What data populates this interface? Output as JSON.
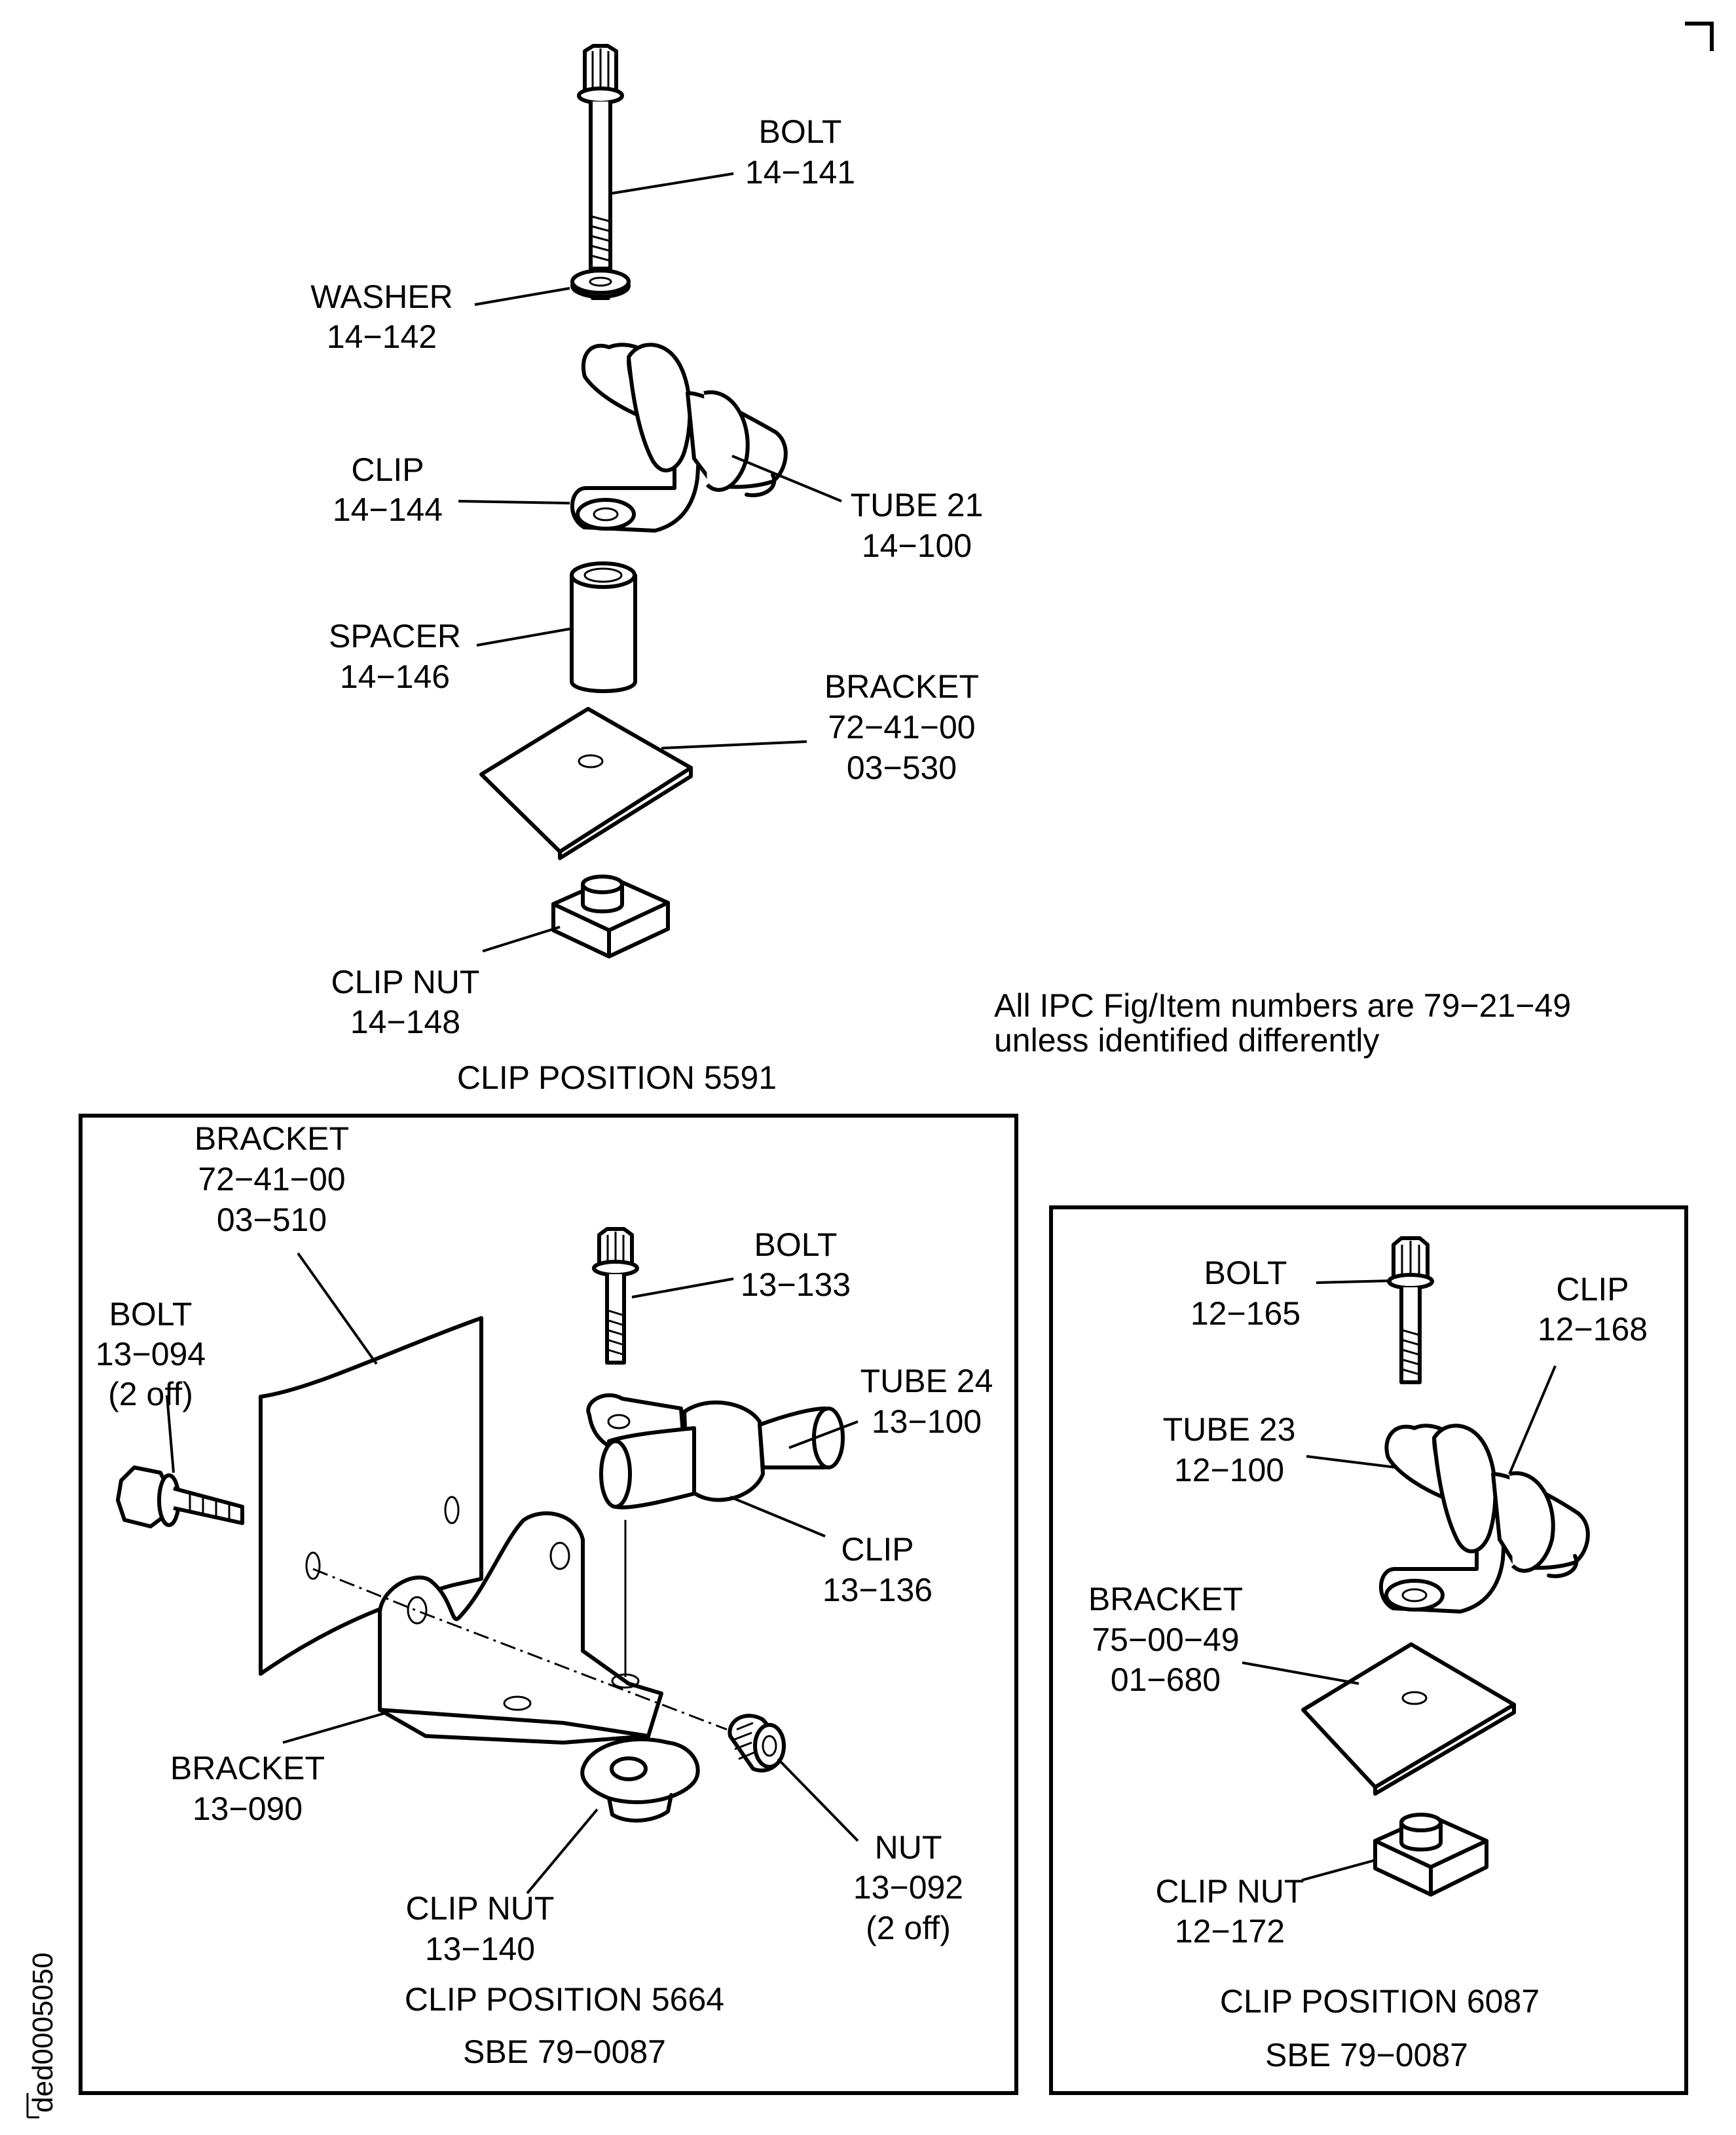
{
  "note": {
    "line1": "All IPC Fig/Item numbers are 79−21−49",
    "line2": "unless identified differently"
  },
  "figure_code": "ded0005050",
  "pos5591": {
    "caption": "CLIP POSITION 5591",
    "bolt": {
      "name": "BOLT",
      "ref": "14−141"
    },
    "washer": {
      "name": "WASHER",
      "ref": "14−142"
    },
    "clip": {
      "name": "CLIP",
      "ref": "14−144"
    },
    "tube": {
      "name": "TUBE 21",
      "ref": "14−100"
    },
    "spacer": {
      "name": "SPACER",
      "ref": "14−146"
    },
    "bracket": {
      "name": "BRACKET",
      "ref1": "72−41−00",
      "ref2": "03−530"
    },
    "clipnut": {
      "name": "CLIP NUT",
      "ref": "14−148"
    }
  },
  "pos5664": {
    "caption": "CLIP POSITION 5664",
    "sbe": "SBE 79−0087",
    "bracket_top": {
      "name": "BRACKET",
      "ref1": "72−41−00",
      "ref2": "03−510"
    },
    "bolt_left": {
      "name": "BOLT",
      "ref": "13−094",
      "qty": "(2 off)"
    },
    "bolt": {
      "name": "BOLT",
      "ref": "13−133"
    },
    "tube": {
      "name": "TUBE 24",
      "ref": "13−100"
    },
    "clip": {
      "name": "CLIP",
      "ref": "13−136"
    },
    "bracket": {
      "name": "BRACKET",
      "ref": "13−090"
    },
    "clipnut": {
      "name": "CLIP NUT",
      "ref": "13−140"
    },
    "nut": {
      "name": "NUT",
      "ref": "13−092",
      "qty": "(2 off)"
    }
  },
  "pos6087": {
    "caption": "CLIP POSITION 6087",
    "sbe": "SBE 79−0087",
    "bolt": {
      "name": "BOLT",
      "ref": "12−165"
    },
    "clip": {
      "name": "CLIP",
      "ref": "12−168"
    },
    "tube": {
      "name": "TUBE 23",
      "ref": "12−100"
    },
    "bracket": {
      "name": "BRACKET",
      "ref1": "75−00−49",
      "ref2": "01−680"
    },
    "clipnut": {
      "name": "CLIP NUT",
      "ref": "12−172"
    }
  }
}
